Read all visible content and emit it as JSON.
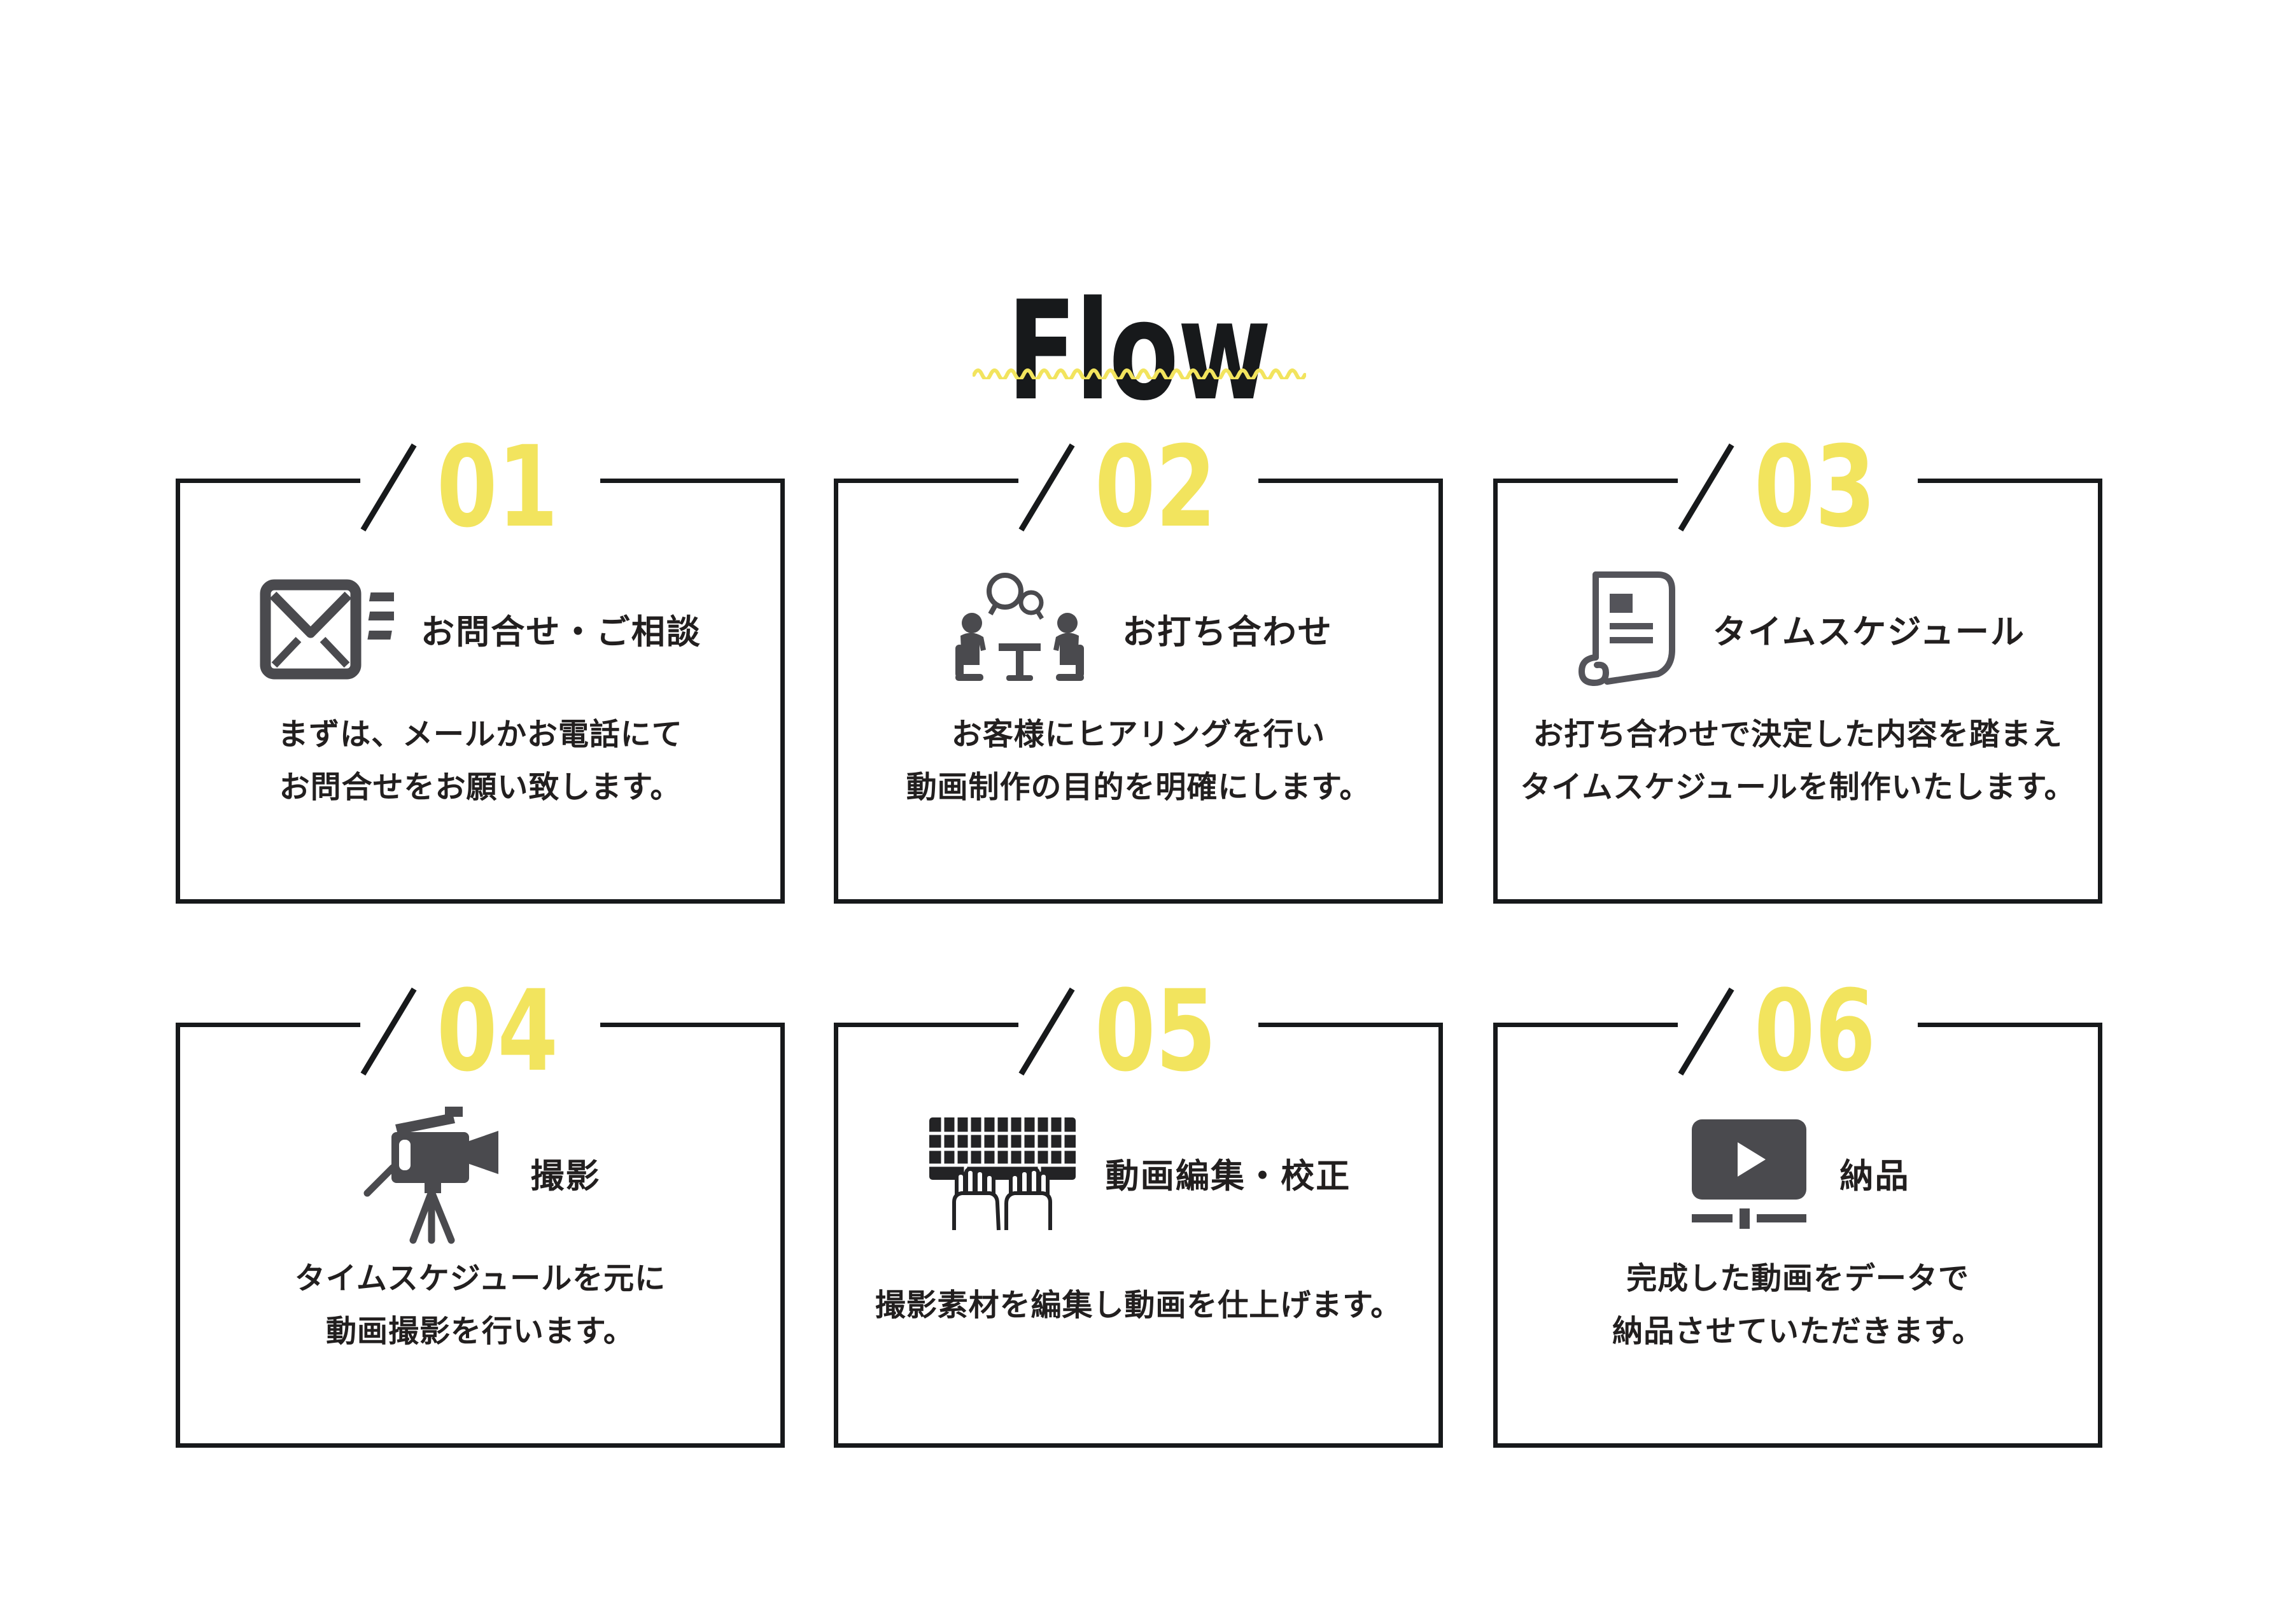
{
  "page": {
    "title": "Flow"
  },
  "colors": {
    "accent_yellow": "#f2e45e",
    "ink": "#17191b",
    "text": "#221f1f",
    "icon_gray": "#4a4a4e"
  },
  "steps": [
    {
      "number": "01",
      "icon": "mail-icon",
      "title": "お問合せ・ご相談",
      "body_lines": [
        "まずは、メールかお電話にて",
        "お問合せをお願い致します。"
      ]
    },
    {
      "number": "02",
      "icon": "meeting-icon",
      "title": "お打ち合わせ",
      "body_lines": [
        "お客様にヒアリングを行い",
        "動画制作の目的を明確にします。"
      ]
    },
    {
      "number": "03",
      "icon": "schedule-icon",
      "title": "タイムスケジュール",
      "body_lines": [
        "お打ち合わせで決定した内容を踏まえ",
        "タイムスケジュールを制作いたします。"
      ]
    },
    {
      "number": "04",
      "icon": "camera-icon",
      "title": "撮影",
      "body_lines": [
        "タイムスケジュールを元に",
        "動画撮影を行います。"
      ]
    },
    {
      "number": "05",
      "icon": "keyboard-icon",
      "title": "動画編集・校正",
      "body_lines": [
        "撮影素材を編集し動画を仕上げます。"
      ]
    },
    {
      "number": "06",
      "icon": "delivery-icon",
      "title": "納品",
      "body_lines": [
        "完成した動画をデータで",
        "納品させていただきます。"
      ]
    }
  ]
}
